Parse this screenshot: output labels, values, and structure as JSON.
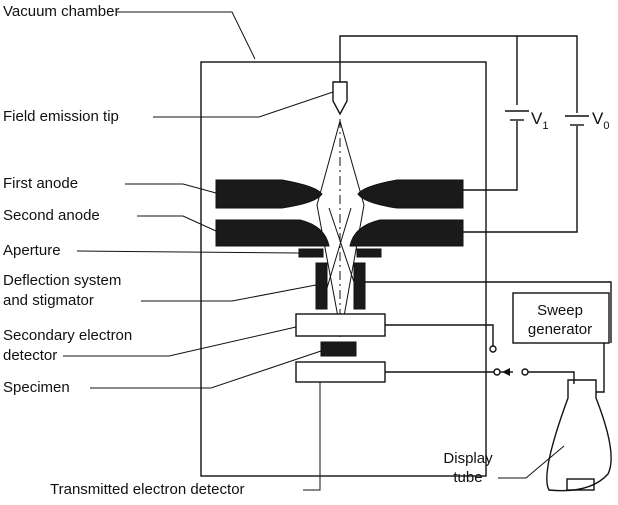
{
  "labels": {
    "vacuum_chamber": "Vacuum chamber",
    "field_emission_tip": "Field emission tip",
    "first_anode": "First anode",
    "second_anode": "Second anode",
    "aperture": "Aperture",
    "deflection_line1": "Deflection system",
    "deflection_line2": "and stigmator",
    "secondary_line1": "Secondary electron",
    "secondary_line2": "detector",
    "specimen": "Specimen",
    "transmitted_detector": "Transmitted electron detector",
    "sweep_line1": "Sweep",
    "sweep_line2": "generator",
    "display_line1": "Display",
    "display_line2": "tube"
  },
  "voltages": {
    "v1": "V",
    "v1_sub": "1",
    "v0": "V",
    "v0_sub": "0"
  },
  "colors": {
    "ink": "#111111",
    "fill_dark": "#1a1a1a",
    "background": "#ffffff"
  }
}
